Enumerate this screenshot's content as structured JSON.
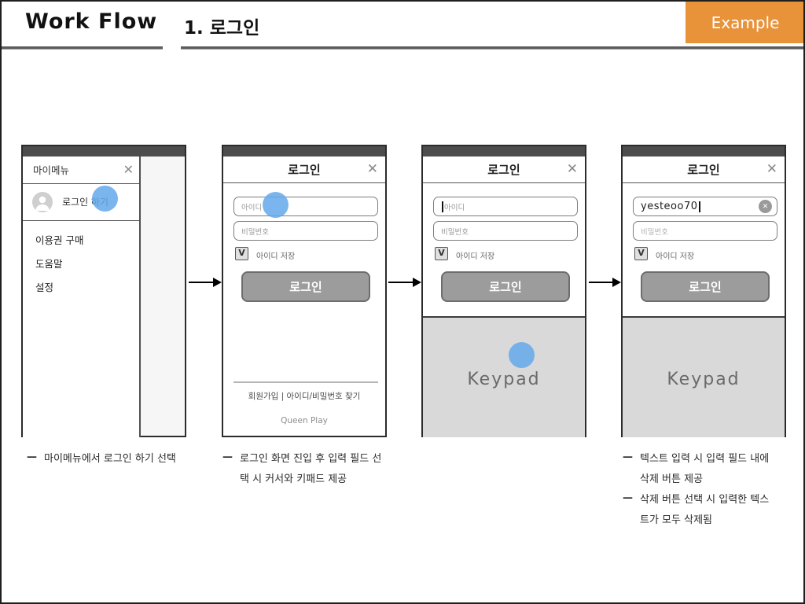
{
  "header": {
    "title": "Work Flow",
    "subtitle": "1. 로그인",
    "badge_label": "Example"
  },
  "colors": {
    "accent_orange": "#E8923A",
    "tap_blue": "#64A8EB",
    "statusbar_gray": "#4D4D4D",
    "keypad_gray": "#D9D9D9",
    "button_gray": "#9C9C9C"
  },
  "icons": {
    "close": "✕",
    "check": "V",
    "clear": "✕",
    "dash": "—"
  },
  "phones": [
    {
      "name": "my-menu",
      "menu_title": "마이메뉴",
      "profile_label": "로그인 하기",
      "items": [
        "이용권 구매",
        "도움말",
        "설정"
      ],
      "note_lines": [
        "마이메뉴에서 로그인 하기 선택"
      ]
    },
    {
      "name": "login-default",
      "title": "로그인",
      "id_placeholder": "아이디",
      "pw_placeholder": "비밀번호",
      "save_id_label": "아이디 저장",
      "login_button": "로그인",
      "footer_links": "회원가입 |  아이디/비밀번호 찾기",
      "brand": "Queen Play",
      "note_lines": [
        "로그인 화면 진입 후 입력 필드 선",
        "택 시 커서와 키패드 제공"
      ]
    },
    {
      "name": "login-focused",
      "title": "로그인",
      "id_placeholder": "아이디",
      "pw_placeholder": "비밀번호",
      "save_id_label": "아이디 저장",
      "login_button": "로그인",
      "keypad_label": "Keypad"
    },
    {
      "name": "login-typed",
      "title": "로그인",
      "id_value": "yesteoo70",
      "pw_placeholder": "비밀번호",
      "save_id_label": "아이디 저장",
      "login_button": "로그인",
      "keypad_label": "Keypad",
      "note_lines": [
        "텍스트 입력 시 입력 필드 내에",
        "삭제 버튼 제공",
        "삭제 버튼 선택 시 입력한 텍스",
        "트가 모두 삭제됨"
      ]
    }
  ]
}
